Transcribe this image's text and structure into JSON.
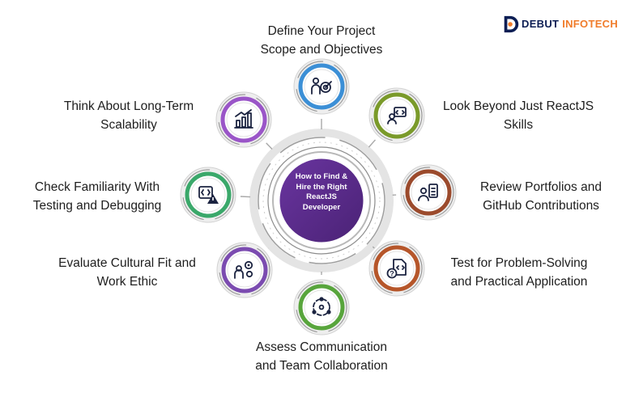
{
  "brand": {
    "word1": "DEBUT",
    "word2": "INFOTECH",
    "accent": "#f07c2b",
    "dark": "#0c1e54"
  },
  "center": {
    "lines": [
      "How to Find &",
      "Hire the Right",
      "ReactJS",
      "Developer"
    ],
    "color": "#5b2c86"
  },
  "steps": [
    {
      "id": "define-scope",
      "lines": [
        "Define Your Project",
        "Scope and Objectives"
      ],
      "color": "#3b8fd6",
      "icon": "person-target-icon"
    },
    {
      "id": "beyond-react",
      "lines": [
        "Look Beyond Just ReactJS",
        "Skills"
      ],
      "color": "#7a9a2a",
      "icon": "developer-code-icon"
    },
    {
      "id": "portfolios",
      "lines": [
        "Review Portfolios and",
        "GitHub Contributions"
      ],
      "color": "#9b4a2c",
      "icon": "developer-checklist-icon"
    },
    {
      "id": "problem-solving",
      "lines": [
        "Test for Problem-Solving",
        "and Practical Application"
      ],
      "color": "#b6562a",
      "icon": "question-document-icon"
    },
    {
      "id": "communication",
      "lines": [
        "Assess Communication",
        "and Team Collaboration"
      ],
      "color": "#58a53c",
      "icon": "team-circle-icon"
    },
    {
      "id": "cultural-fit",
      "lines": [
        "Evaluate Cultural Fit and",
        "Work Ethic"
      ],
      "color": "#7b4bb0",
      "icon": "person-gears-icon"
    },
    {
      "id": "testing",
      "lines": [
        "Check Familiarity With",
        "Testing and Debugging"
      ],
      "color": "#3aa86a",
      "icon": "code-warning-icon"
    },
    {
      "id": "scalability",
      "lines": [
        "Think About Long-Term",
        "Scalability"
      ],
      "color": "#9a55c8",
      "icon": "growth-chart-icon"
    }
  ]
}
